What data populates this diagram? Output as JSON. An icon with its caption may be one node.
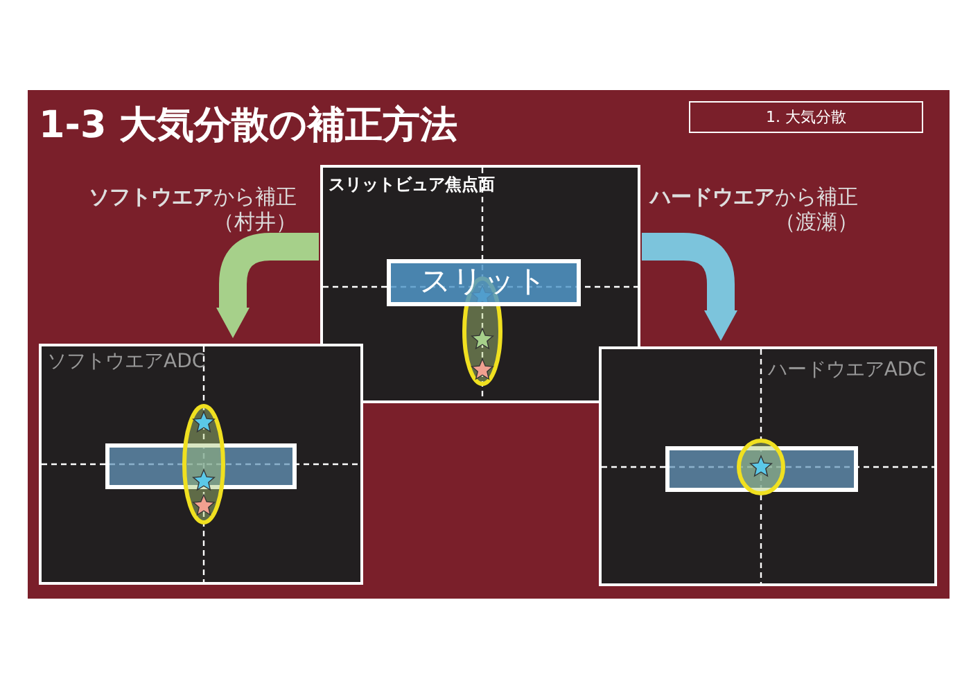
{
  "diagram": {
    "title": "1-3 大気分散の補正方法",
    "nodes": [
      {
        "text": [
          "1. 大気分散"
        ]
      },
      {
        "text": [
          "スリットビュア焦点面"
        ]
      },
      {
        "text": [
          "スリット"
        ],
        "in": 1
      },
      {
        "text": [
          "ソフトウエアADC"
        ]
      },
      {
        "text": [],
        "shape": "bar",
        "in": 3
      },
      {
        "text": [
          "ハードウエアADC"
        ]
      },
      {
        "text": [],
        "shape": "bar",
        "in": 5
      }
    ],
    "edges": [
      {
        "from": 1,
        "to": 3,
        "arrow": "to",
        "label": "**ソフトウエア**から補正（村井）",
        "color": "#a6d08a"
      },
      {
        "from": 1,
        "to": 5,
        "arrow": "to",
        "label": "**ハードウエア**から補正（渡瀬）",
        "color": "#7cc4dc"
      }
    ]
  }
}
